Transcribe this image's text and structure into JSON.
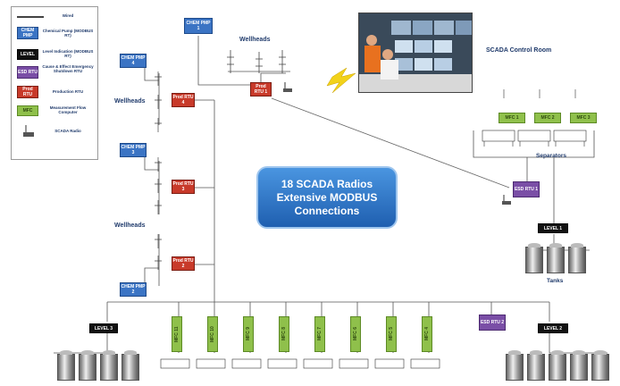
{
  "legend": {
    "wired": "Wired",
    "chem_pmp_box": "CHEM PMP",
    "chem_pmp_desc": "Chemical Pump (MODBUS RT)",
    "level_box": "LEVEL",
    "level_desc": "Level Indication (MODBUS RT)",
    "esd_box": "ESD RTU",
    "esd_desc": "Cause & Effect Emergency Shutdown RTU",
    "prod_box": "Prod RTU",
    "prod_desc": "Production RTU",
    "mfc_box": "MFC",
    "mfc_desc": "Measurement Flow Computer",
    "radio_desc": "SCADA Radio"
  },
  "labels": {
    "wellheads_top": "Wellheads",
    "wellheads_left_1": "Wellheads",
    "wellheads_left_2": "Wellheads",
    "control_room": "SCADA Control Room",
    "separators": "Separators",
    "tanks": "Tanks"
  },
  "banner": {
    "line1": "18 SCADA Radios",
    "line2": "Extensive MODBUS",
    "line3": "Connections"
  },
  "devices": {
    "chem_pmp_1": "CHEM PMP 1",
    "chem_pmp_4": "CHEM PMP 4",
    "chem_pmp_3": "CHEM PMP 3",
    "chem_pmp_2": "CHEM PMP 2",
    "prod_rtu_1": "Prod RTU 1",
    "prod_rtu_4": "Prod RTU 4",
    "prod_rtu_3": "Prod RTU 3",
    "prod_rtu_2": "Prod RTU 2",
    "mfc_1": "MFC 1",
    "mfc_2": "MFC 2",
    "mfc_3": "MFC 3",
    "esd_rtu_1": "ESD RTU 1",
    "esd_rtu_2": "ESD RTU 2",
    "level_1": "LEVEL 1",
    "level_2": "LEVEL 2",
    "level_3": "LEVEL 3",
    "mfc_bottom": [
      "MFC 11",
      "MFC 10",
      "MFC 9",
      "MFC 8",
      "MFC 7",
      "MFC 6",
      "MFC 5",
      "MFC 4"
    ]
  }
}
